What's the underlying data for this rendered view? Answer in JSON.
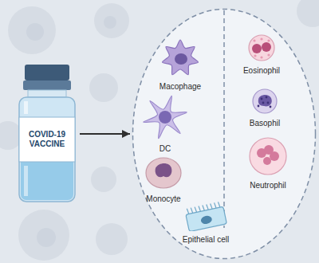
{
  "diagram": {
    "nodes": [
      {
        "text": [
          "COVID-19 VACCINE"
        ]
      },
      {
        "text": []
      },
      {
        "text": [
          "Macophage"
        ],
        "in": 1
      },
      {
        "text": [
          "DC"
        ],
        "in": 1
      },
      {
        "text": [
          "Monocyte"
        ],
        "in": 1
      },
      {
        "text": [
          "Epithelial cell"
        ],
        "in": 1
      },
      {
        "text": [
          "Eosinophil"
        ],
        "in": 1
      },
      {
        "text": [
          "Basophil"
        ],
        "in": 1
      },
      {
        "text": [
          "Neutrophil"
        ],
        "in": 1
      }
    ],
    "edges": [
      {
        "from": 0,
        "to": 1,
        "arrow": "to"
      }
    ]
  }
}
